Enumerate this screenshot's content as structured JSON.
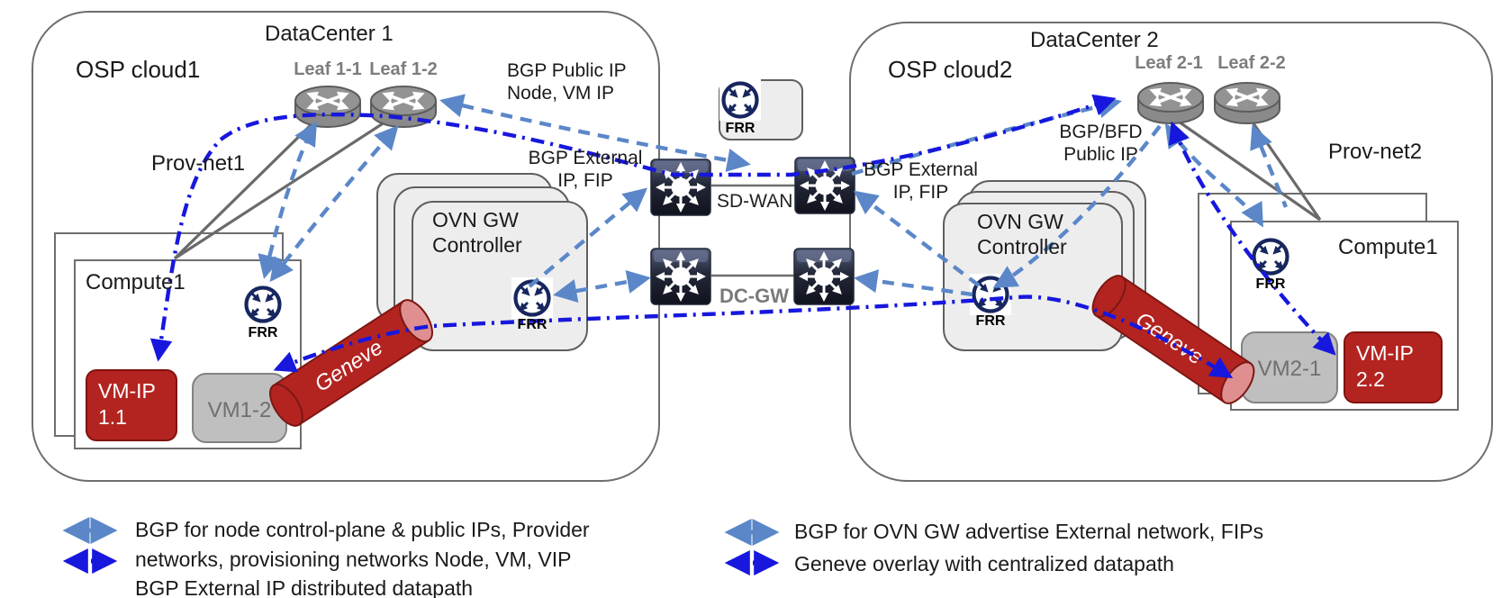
{
  "colors": {
    "bgp_dashed": "#5b87c9",
    "geneve_dashdot": "#1717dd",
    "vm_red": "#b32421",
    "panel_gray": "#ededed",
    "leaf_gray": "#8f8f8f"
  },
  "dc1": {
    "title": "DataCenter 1",
    "cloud": "OSP cloud1",
    "prov_net": "Prov-net1",
    "leaves": [
      {
        "label": "Leaf 1-1"
      },
      {
        "label": "Leaf 1-2"
      }
    ],
    "compute": {
      "label": "Compute1",
      "frr": "FRR",
      "vm_red_line1": "VM-IP",
      "vm_red_line2": "1.1",
      "vm_gray": "VM1-2"
    },
    "ovn_gw": {
      "line1": "OVN GW",
      "line2": "Controller",
      "frr": "FRR"
    }
  },
  "dc2": {
    "title": "DataCenter 2",
    "cloud": "OSP cloud2",
    "prov_net": "Prov-net2",
    "leaves": [
      {
        "label": "Leaf 2-1"
      },
      {
        "label": "Leaf 2-2"
      }
    ],
    "compute": {
      "label": "Compute1",
      "frr": "FRR",
      "vm_gray": "VM2-1",
      "vm_red_line1": "VM-IP",
      "vm_red_line2": "2.2"
    },
    "ovn_gw": {
      "line1": "OVN GW",
      "line2": "Controller",
      "frr": "FRR"
    }
  },
  "core": {
    "frr": "FRR",
    "sd_wan": "SD-WAN",
    "dc_gw": "DC-GW"
  },
  "annotations": {
    "bgp_public_line1": "BGP Public IP",
    "bgp_public_line2": "Node, VM IP",
    "bgp_ext_left_line1": "BGP External",
    "bgp_ext_left_line2": "IP, FIP",
    "bgp_ext_right_line1": "BGP External",
    "bgp_ext_right_line2": "IP, FIP",
    "bgp_bfd_line1": "BGP/BFD",
    "bgp_bfd_line2": "Public IP",
    "geneve_left": "Geneve",
    "geneve_right": "Geneve"
  },
  "legend": {
    "left": {
      "line1": "BGP for node control-plane & public IPs, Provider",
      "line2": "networks, provisioning networks  Node, VM, VIP",
      "line3": "BGP External IP distributed datapath"
    },
    "right": {
      "line1": "BGP for OVN GW advertise External network, FIPs",
      "line2": "Geneve overlay with centralized datapath"
    }
  }
}
